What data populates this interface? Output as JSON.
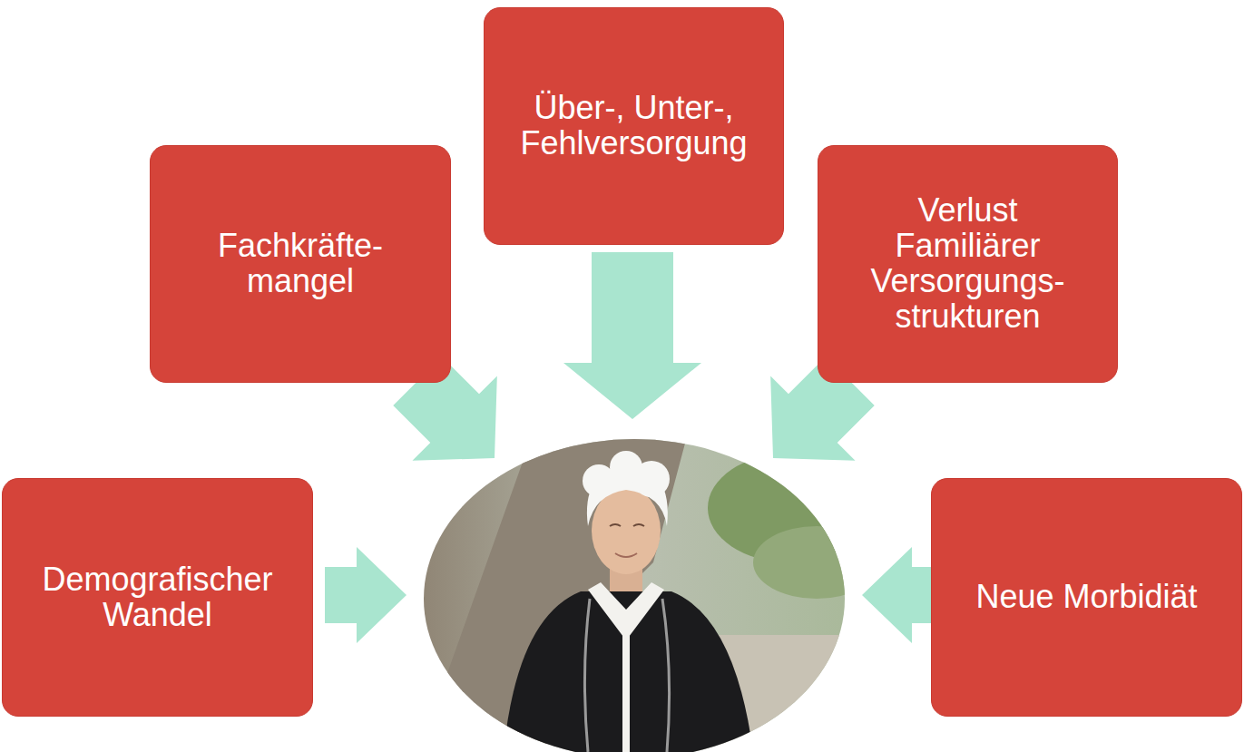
{
  "diagram": {
    "nodes": [
      {
        "text": [
          "Über-, Unter-, Fehlversorgung"
        ]
      },
      {
        "text": [
          "Fachkräfte- mangel"
        ]
      },
      {
        "text": [
          "Verlust Familiärer Versorgungs- strukturen"
        ]
      },
      {
        "text": [
          "Demografischer Wandel"
        ]
      },
      {
        "text": [
          "Neue Morbidiät"
        ]
      }
    ]
  }
}
